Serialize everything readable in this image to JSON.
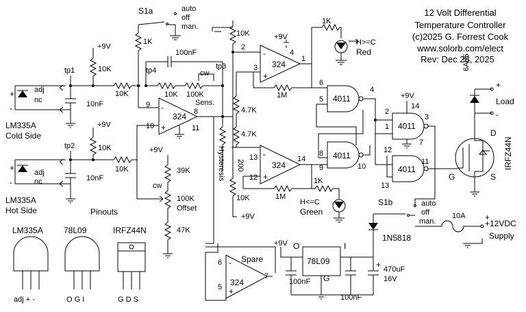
{
  "title": {
    "line1": "12 Volt Differential",
    "line2": "Temperature Controller",
    "line3": "(c)2025 G. Forrest Cook",
    "line4": "www.solorb.com/elect",
    "line5": "Rev: Dec 28, 2025"
  },
  "sensors": {
    "cold_name": "LM335A",
    "cold_side": "Cold Side",
    "hot_name": "LM335A",
    "hot_side": "Hot Side",
    "adj": "adj",
    "nc": "nc",
    "plus": "+",
    "minus": "-"
  },
  "testpoints": {
    "tp1": "tp1",
    "tp2": "tp2",
    "tp3": "tp3",
    "tp4": "tp4"
  },
  "supply": {
    "v9": "+9V"
  },
  "values": {
    "r10k": "10K",
    "r1k": "1K",
    "r4k7": "4.7K",
    "r1m": "1M",
    "r39k": "39K",
    "r47k": "47K",
    "r100k": "100K",
    "r200": "200",
    "c10nf": "10nF",
    "c100nf": "100nF",
    "c470uf": "470uF",
    "c16v": "16V"
  },
  "pots": {
    "sens": "Sens.",
    "offset": "Offset",
    "cw": "cw",
    "hysteresis": "Hysteresis"
  },
  "opamps": {
    "part": "324",
    "spare": "Spare",
    "pins": {
      "p1": "1",
      "p2": "2",
      "p3": "3",
      "p4": "4",
      "p5": "5",
      "p6": "6",
      "p7": "7",
      "p8": "8",
      "p9": "9",
      "p10": "10",
      "p11": "11",
      "p12": "12",
      "p13": "13",
      "p14": "14"
    }
  },
  "gates": {
    "part": "4011"
  },
  "leds": {
    "red_cond": "H>=C",
    "red": "Red",
    "green_cond": "H<=C",
    "green": "Green"
  },
  "switch": {
    "s1a": "S1a",
    "s1b": "S1b",
    "auto": "auto",
    "off": "off",
    "man": "man."
  },
  "output": {
    "fuse_name": "6A05",
    "load": "Load",
    "mosfet": "IRFZ44N",
    "d": "D",
    "g": "G",
    "s": "S"
  },
  "power": {
    "fuse": "10A",
    "input": "+12VDC",
    "supply": "Supply",
    "diode": "1N5818",
    "regulator": "78L09",
    "reg_o": "O",
    "reg_i": "I",
    "reg_g": "G"
  },
  "pinouts": {
    "heading": "Pinouts",
    "lm335_name": "LM335A",
    "lm335_pins": "adj  +   -",
    "reg_name": "78L09",
    "reg_pins": "O  G  I",
    "fet_name": "IRFZ44N",
    "fet_pins": "G  D  S"
  }
}
